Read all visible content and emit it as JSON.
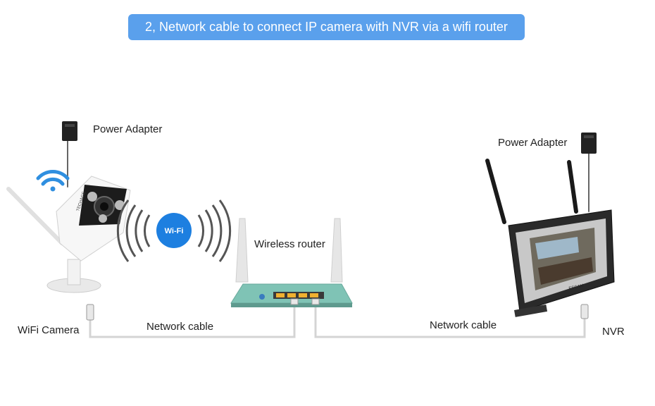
{
  "banner": {
    "title": "2, Network cable to connect IP camera with NVR via a wifi router"
  },
  "labels": {
    "camera_power": "Power Adapter",
    "nvr_power": "Power Adapter",
    "router": "Wireless router",
    "camera": "WiFi Camera",
    "cable_left": "Network cable",
    "cable_right": "Network cable",
    "nvr": "NVR"
  },
  "wifi_badge": "Wi-Fi",
  "brand_camera": "TECHAGE",
  "brand_nvr": "ESCAM",
  "colors": {
    "banner": "#5aa0ec",
    "cable": "#d4d4d4",
    "router_body": "#7fc3b5",
    "wifi_icon": "#2f8fe0"
  }
}
